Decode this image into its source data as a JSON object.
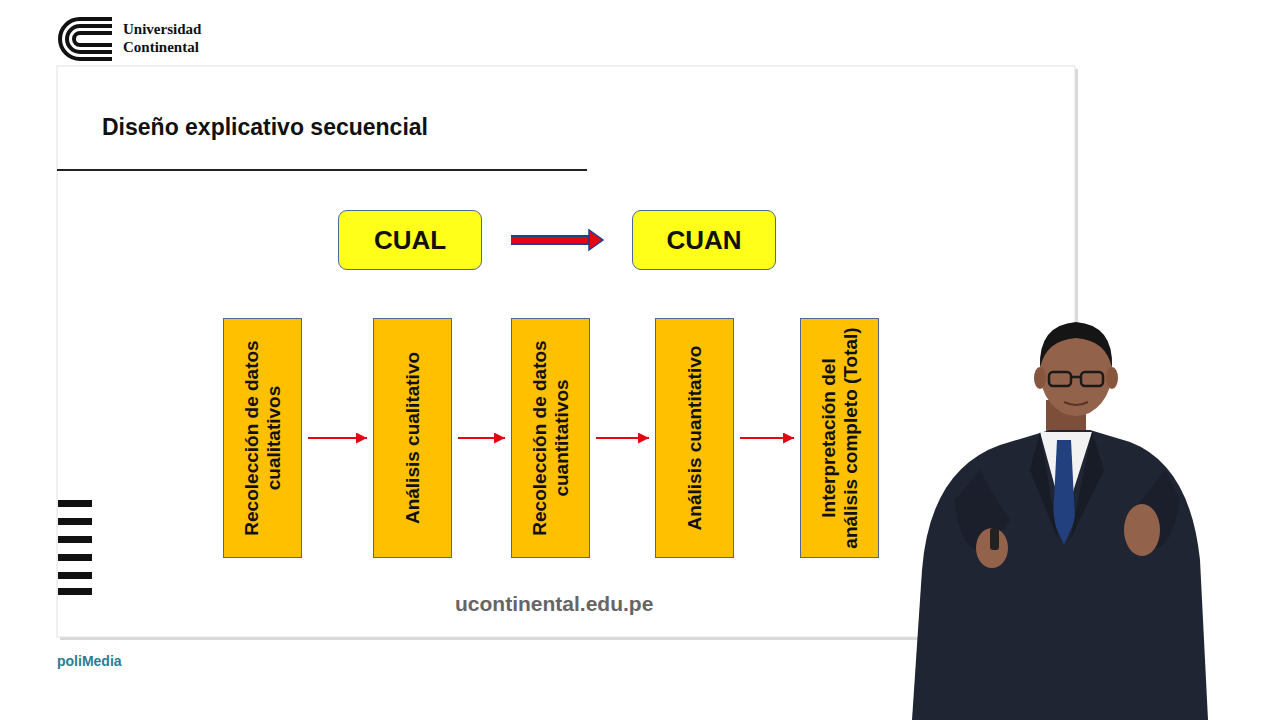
{
  "diagram": {
    "title": "Diseño explicativo secuencial",
    "nodes": [
      {
        "text": [
          "CUAL"
        ]
      },
      {
        "text": [
          "CUAN"
        ]
      },
      {
        "text": [
          "Recolección de datos cualitativos"
        ]
      },
      {
        "text": [
          "Análisis cualitativo"
        ]
      },
      {
        "text": [
          "Recolección de datos cuantitativos"
        ]
      },
      {
        "text": [
          "Análisis cuantitativo"
        ]
      },
      {
        "text": [
          "Interpretación del análisis completo (Total)"
        ]
      }
    ],
    "edges": [
      {
        "from": 0,
        "to": 1,
        "arrow": "to"
      },
      {
        "from": 2,
        "to": 3,
        "arrow": "to"
      },
      {
        "from": 3,
        "to": 4,
        "arrow": "to"
      },
      {
        "from": 4,
        "to": 5,
        "arrow": "to"
      },
      {
        "from": 5,
        "to": 6,
        "arrow": "to"
      }
    ],
    "labels": [
      "Universidad Continental",
      "ucontinental.edu.pe",
      "poliMedia"
    ]
  }
}
